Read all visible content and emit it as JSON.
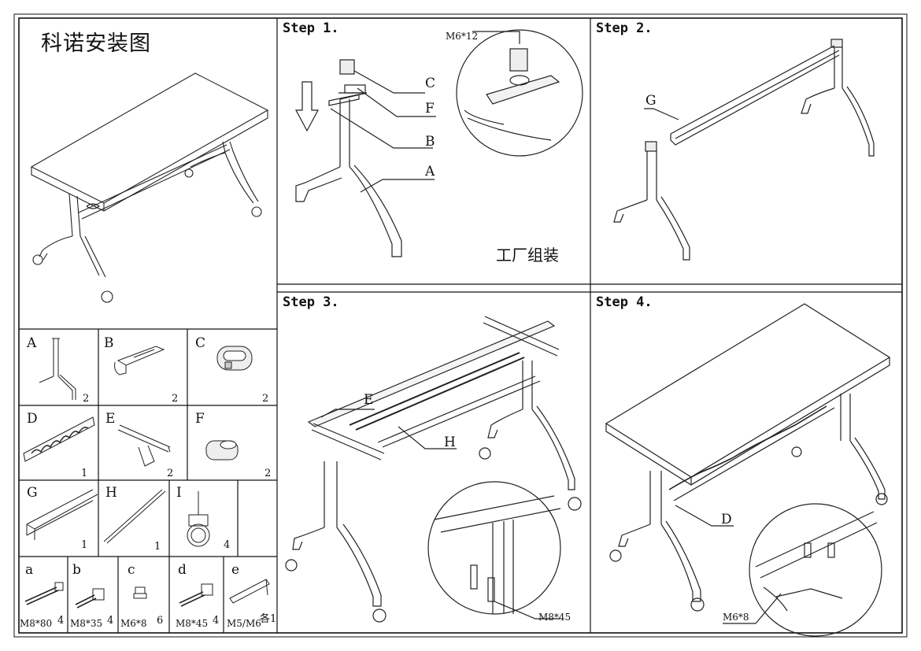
{
  "title": "科诺安装图",
  "steps": {
    "s1": "Step 1.",
    "s2": "Step 2.",
    "s3": "Step 3.",
    "s4": "Step 4."
  },
  "step1": {
    "screw": "M6*12",
    "callouts": [
      "C",
      "F",
      "B",
      "A"
    ],
    "note": "工厂组装"
  },
  "step2": {
    "callout": "G"
  },
  "step3": {
    "callouts": [
      "E",
      "H"
    ],
    "screw": "M8*45"
  },
  "step4": {
    "callout": "D",
    "screw": "M6*8"
  },
  "parts": [
    {
      "letter": "A",
      "qty": "2"
    },
    {
      "letter": "B",
      "qty": "2"
    },
    {
      "letter": "C",
      "qty": "2"
    },
    {
      "letter": "D",
      "qty": "1"
    },
    {
      "letter": "E",
      "qty": "2"
    },
    {
      "letter": "F",
      "qty": "2"
    },
    {
      "letter": "G",
      "qty": "1"
    },
    {
      "letter": "H",
      "qty": "1"
    },
    {
      "letter": "I",
      "qty": "4"
    }
  ],
  "hardware": [
    {
      "letter": "a",
      "spec": "M8*80",
      "qty": "4"
    },
    {
      "letter": "b",
      "spec": "M8*35",
      "qty": "4"
    },
    {
      "letter": "c",
      "spec": "M6*8",
      "qty": "6"
    },
    {
      "letter": "d",
      "spec": "M8*45",
      "qty": "4"
    },
    {
      "letter": "e",
      "spec": "M5/M6",
      "qty": "各1"
    }
  ]
}
